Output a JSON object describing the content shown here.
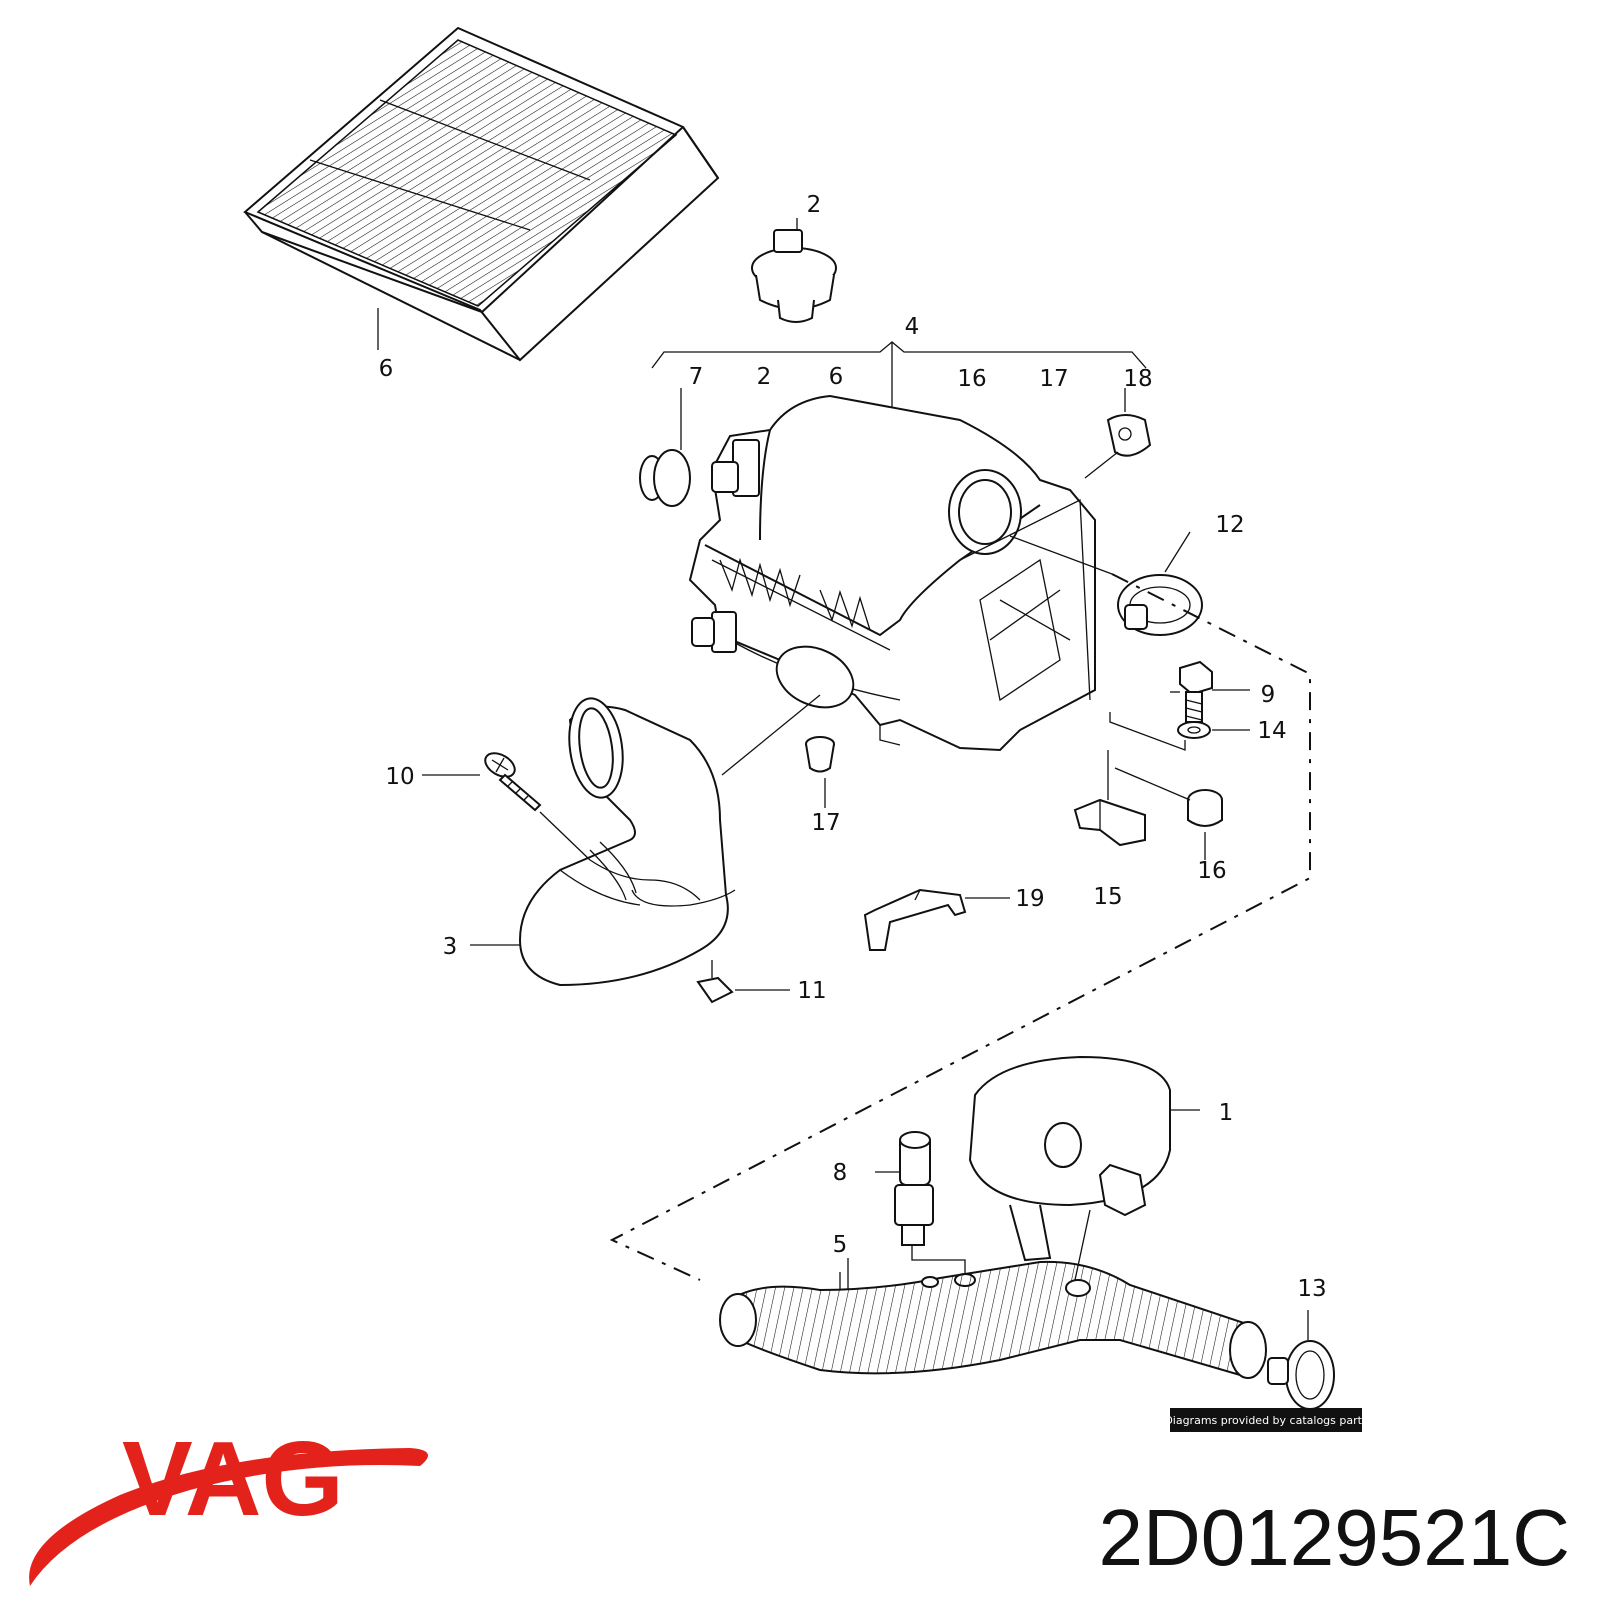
{
  "colors": {
    "brand": "#e3231b",
    "ink": "#111111"
  },
  "brand": {
    "name": "VAG"
  },
  "part_number": "2D0129521C",
  "credit": "Diagrams provided by catalogs parts",
  "callouts": {
    "c1": "1",
    "c2_top": "2",
    "c3": "3",
    "c4": "4",
    "c5": "5",
    "c6_filter": "6",
    "c7": "7",
    "c8": "8",
    "c9": "9",
    "c10": "10",
    "c11": "11",
    "c12": "12",
    "c13": "13",
    "c14": "14",
    "c15": "15",
    "c16": "16",
    "c17": "17",
    "c19": "19"
  },
  "assembly_group": [
    "7",
    "2",
    "6",
    "16",
    "17",
    "18"
  ]
}
